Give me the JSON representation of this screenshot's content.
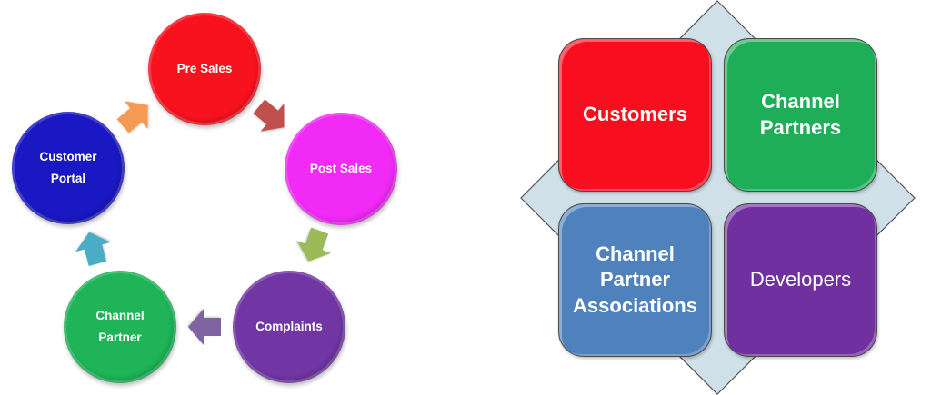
{
  "cycle_diagram": {
    "nodes": [
      {
        "id": "pre-sales",
        "label": "Pre Sales",
        "color": "#f8121e"
      },
      {
        "id": "post-sales",
        "label": "Post Sales",
        "color": "#f12af6"
      },
      {
        "id": "complaints",
        "label": "Complaints",
        "color": "#7136a3"
      },
      {
        "id": "channel-partner",
        "label": "Channel\nPartner",
        "color": "#1eb457"
      },
      {
        "id": "customer-portal",
        "label": "Customer\nPortal",
        "color": "#1a18c2"
      }
    ],
    "arrows": [
      {
        "from": "customer-portal",
        "to": "pre-sales",
        "color": "#f79a51"
      },
      {
        "from": "pre-sales",
        "to": "post-sales",
        "color": "#c0504d"
      },
      {
        "from": "post-sales",
        "to": "complaints",
        "color": "#9bbb59"
      },
      {
        "from": "complaints",
        "to": "channel-partner",
        "color": "#8064a2"
      },
      {
        "from": "channel-partner",
        "to": "customer-portal",
        "color": "#4bacc6"
      }
    ]
  },
  "matrix_diagram": {
    "background_color": "#d0e0e8",
    "cells": [
      {
        "id": "customers",
        "label": "Customers",
        "color": "#f80e1e"
      },
      {
        "id": "channel-partners",
        "label": "Channel\nPartners",
        "color": "#1dae57"
      },
      {
        "id": "channel-partner-associations",
        "label": "Channel\nPartner\nAssociations",
        "color": "#4f81bd"
      },
      {
        "id": "developers",
        "label": "Developers",
        "color": "#7030a0"
      }
    ]
  }
}
